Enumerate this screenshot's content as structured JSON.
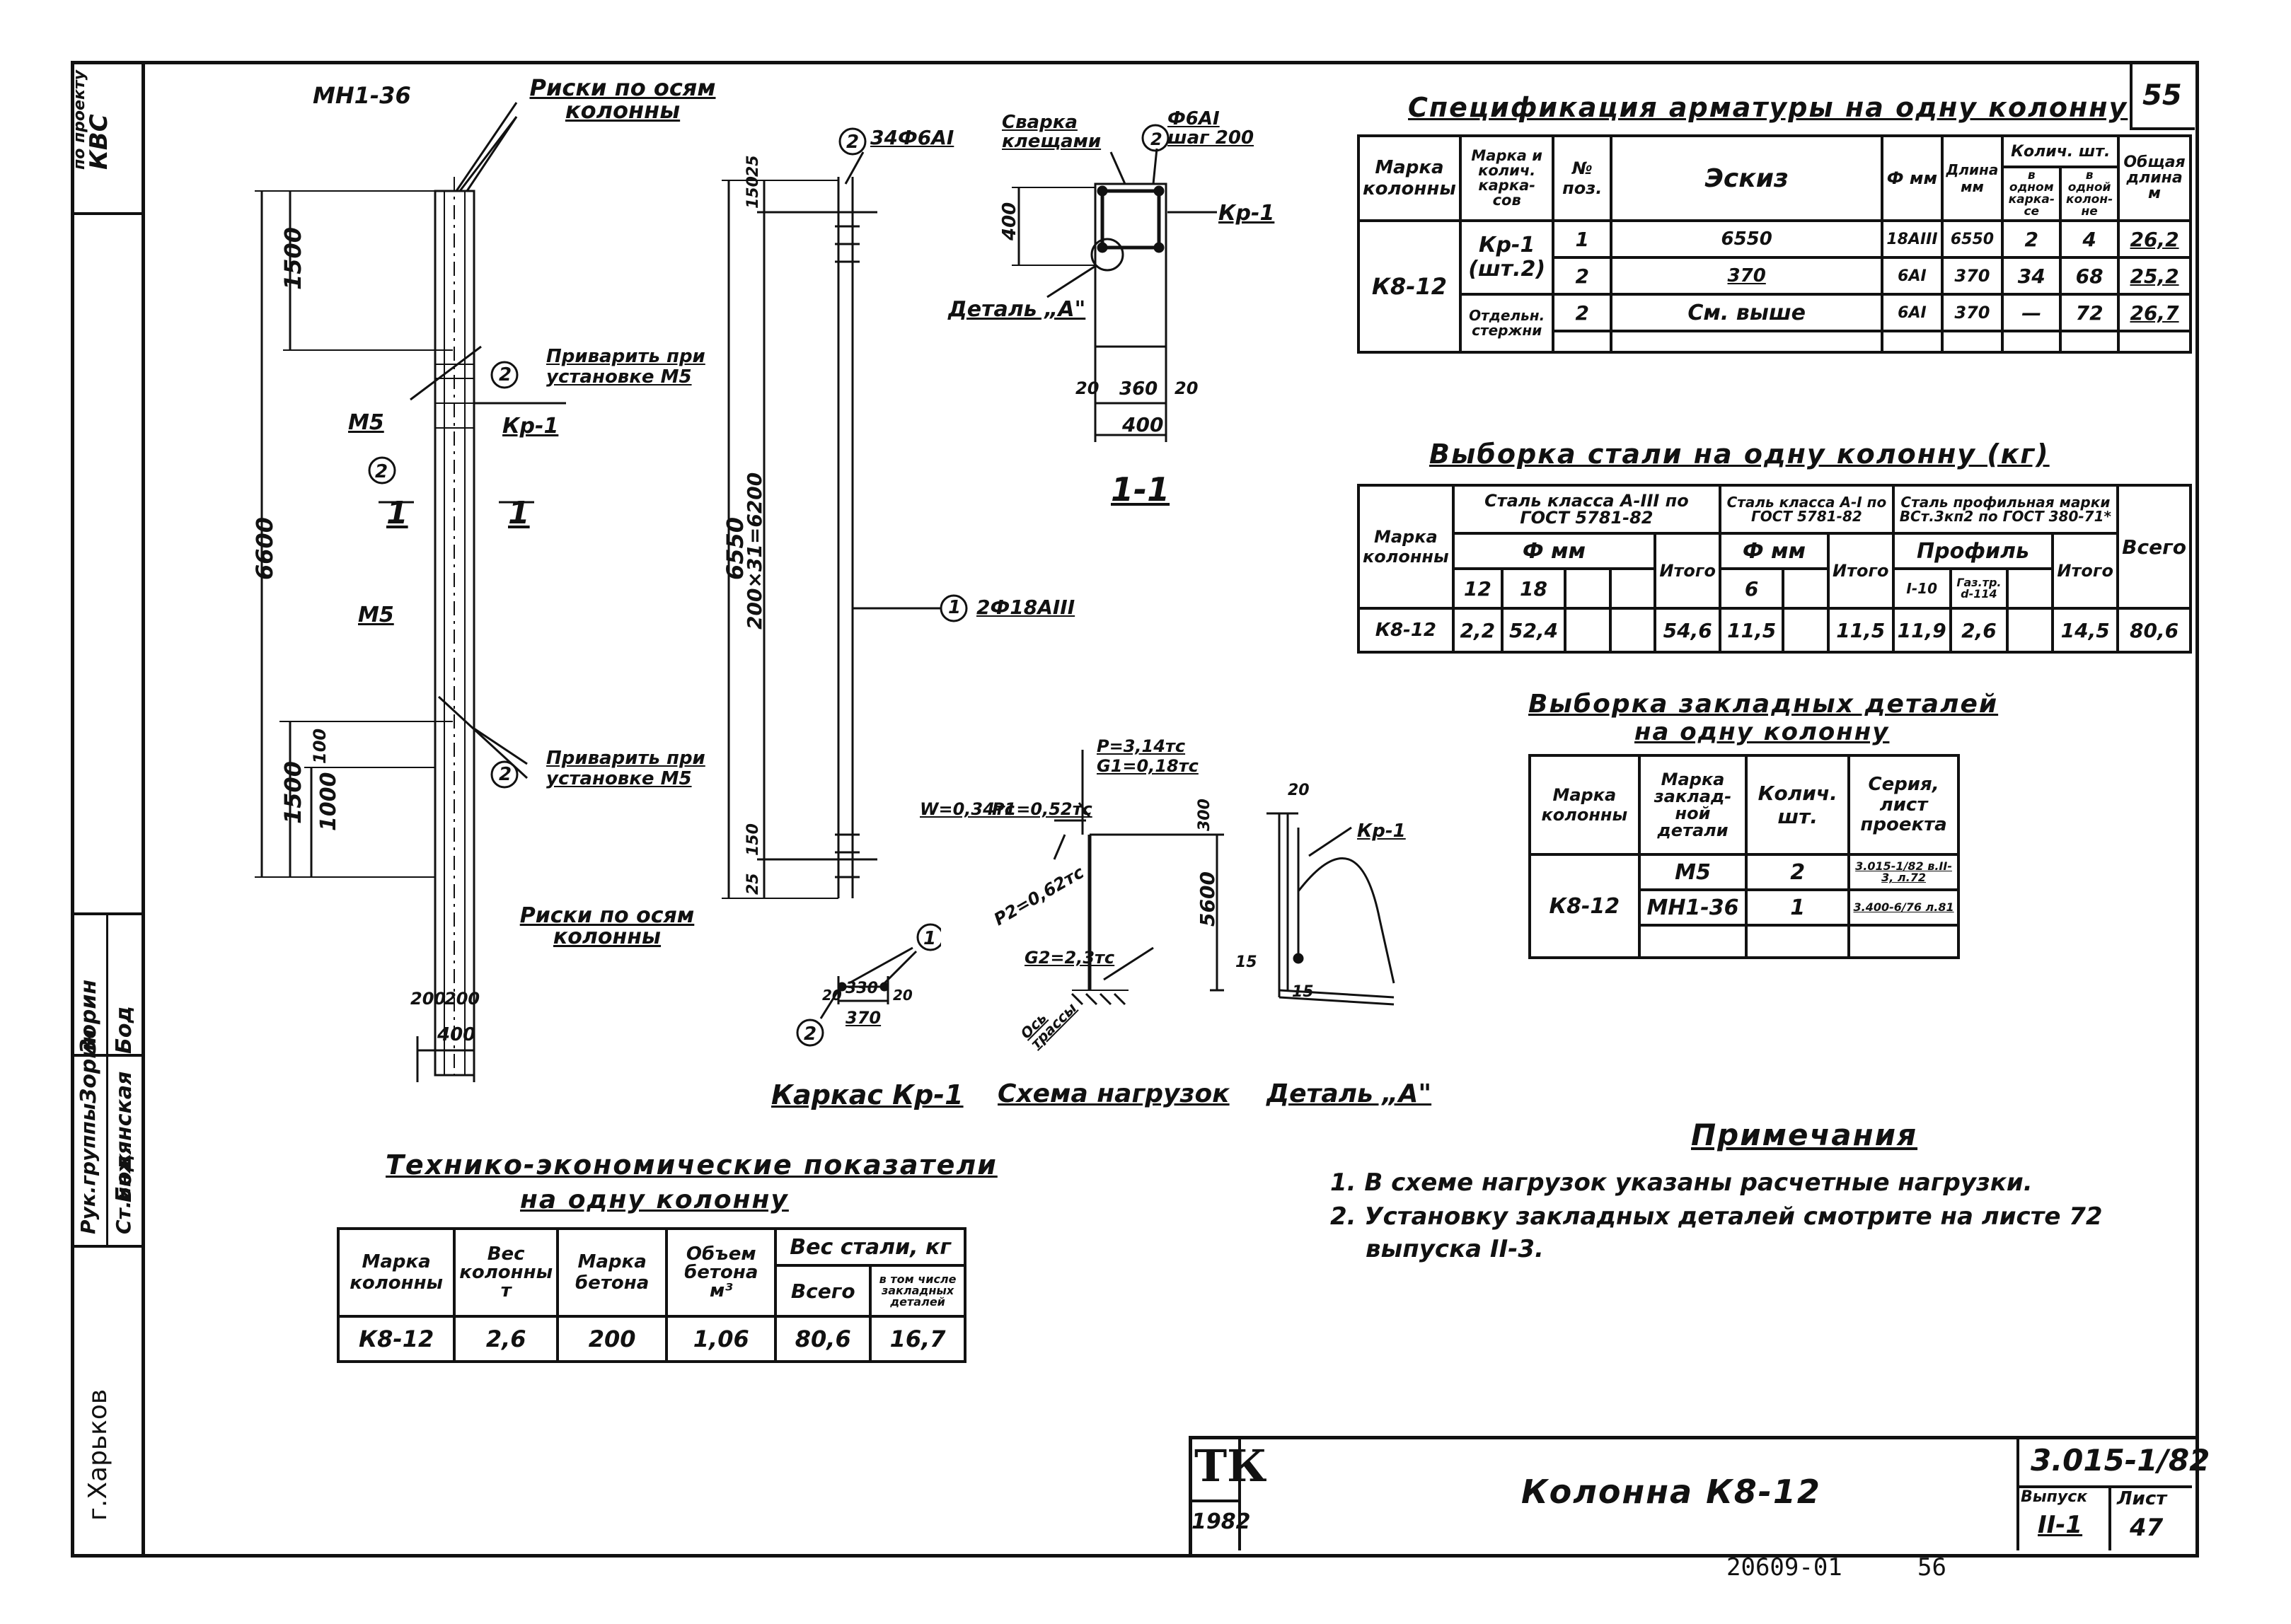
{
  "sheet": {
    "number_top": "55",
    "stamp_tk": "ТК",
    "stamp_year": "1982",
    "title": "Колонна К8-12",
    "series": "3.015-1/82",
    "issue_label": "Выпуск",
    "issue_value": "II-1",
    "sheet_label": "Лист",
    "sheet_value": "47",
    "archive_number": "20609-01",
    "archive_page": "56",
    "city": "г.Харьков"
  },
  "side_strip": {
    "top_label_1": "КВС",
    "top_label_2": "по проекту",
    "rows": [
      {
        "role": "Рук.группы",
        "name": "Зорин",
        "sign": "Зорин"
      },
      {
        "role": "Ст.инж.",
        "name": "Бодянская",
        "sign": "Бод"
      }
    ]
  },
  "column_elevation": {
    "top_label": "МН1-36",
    "risks_top": "Риски по осям колонны",
    "risks_bottom": "Риски по осям колонны",
    "weld_note": "Приварить при установке М5",
    "m5_label": "М5",
    "kr1_label": "Кр-1",
    "section_mark": "1",
    "pos2": "2",
    "dim_total": "6600",
    "dim_top": "1500",
    "dim_bottom": "1500",
    "dim_1000": "1000",
    "dim_100": "100",
    "dim_200a": "200",
    "dim_200b": "200",
    "dim_400": "400"
  },
  "cage": {
    "label_pos2": "34Ф6АI",
    "label_pos1": "2Ф18АIII",
    "dim_total": "6550",
    "dim_pitch": "200×31=6200",
    "dim_150a": "150",
    "dim_150b": "150",
    "dim_25a": "25",
    "dim_25b": "25",
    "title": "Каркас Кр-1",
    "detail_330": "330",
    "detail_370": "370",
    "detail_20a": "20",
    "detail_20b": "20"
  },
  "section": {
    "weld_label": "Сварка клещами",
    "stirrup_label": "Ф6АI шаг 200",
    "kr1": "Кр-1",
    "detail_a": "Деталь „А\"",
    "dim_400v": "400",
    "dim_20a": "20",
    "dim_360": "360",
    "dim_20b": "20",
    "dim_400h": "400",
    "title": "1-1"
  },
  "load_scheme": {
    "title": "Схема нагрузок",
    "P": "P=3,14тс",
    "G1": "G1=0,18тс",
    "W": "W=0,34тс",
    "P1": "P1=0,52тс",
    "P2": "P2=0,62тс",
    "G2": "G2=2,3тс",
    "axis": "Ось трассы",
    "dim_300": "300",
    "dim_5600": "5600"
  },
  "detail_a_view": {
    "title": "Деталь „А\"",
    "kr1": "Кр-1",
    "dim_20": "20",
    "dim_15a": "15",
    "dim_15b": "15"
  },
  "spec_table": {
    "title": "Спецификация арматуры на одну колонну",
    "headers": {
      "col_mark": "Марка колонны",
      "cage_mark": "Марка и колич. карка-сов",
      "pos": "№ поз.",
      "sketch": "Эскиз",
      "diam": "Ф мм",
      "length": "Длина мм",
      "qty": "Колич. шт.",
      "qty_cage": "в одном карка-се",
      "qty_col": "в одной колон-не",
      "total": "Общая длина м"
    },
    "col_mark": "К8-12",
    "cage_mark": "Кр-1 (шт.2)",
    "separate": "Отдельн. стержни",
    "rows": [
      {
        "pos": "1",
        "sketch": "6550",
        "diam": "18АIII",
        "length": "6550",
        "qty_cage": "2",
        "qty_col": "4",
        "total": "26,2"
      },
      {
        "pos": "2",
        "sketch": "370",
        "diam": "6АI",
        "length": "370",
        "qty_cage": "34",
        "qty_col": "68",
        "total": "25,2"
      },
      {
        "pos": "2",
        "sketch": "См. выше",
        "diam": "6АI",
        "length": "370",
        "qty_cage": "—",
        "qty_col": "72",
        "total": "26,7"
      }
    ]
  },
  "steel_table": {
    "title": "Выборка стали на одну колонну (кг)",
    "h_mark": "Марка колонны",
    "h_a3": "Сталь класса А-III по ГОСТ 5781-82",
    "h_a1": "Сталь класса А-I по ГОСТ 5781-82",
    "h_prof": "Сталь профильная марки ВСт.3кп2 по ГОСТ 380-71*",
    "h_phi": "Ф мм",
    "h_phi2": "Ф мм",
    "h_profile": "Профиль",
    "h_total": "Итого",
    "h_grand": "Всего",
    "d12": "12",
    "d18": "18",
    "d6": "6",
    "p1": "I-10",
    "p2": "Газ.тр. d-114",
    "row": {
      "mark": "К8-12",
      "v12": "2,2",
      "v18": "52,4",
      "sum_a3": "54,6",
      "v6": "11,5",
      "sum_a1": "11,5",
      "vp1": "11,9",
      "vp2": "2,6",
      "sum_p": "14,5",
      "grand": "80,6"
    }
  },
  "embedded_table": {
    "title1": "Выборка закладных деталей",
    "title2": "на одну колонну",
    "h_col": "Марка колонны",
    "h_det": "Марка заклад-ной детали",
    "h_qty": "Колич. шт.",
    "h_series": "Серия, лист проекта",
    "col_mark": "К8-12",
    "rows": [
      {
        "det": "М5",
        "qty": "2",
        "series": "3.015-1/82 в.II-3, л.72"
      },
      {
        "det": "МН1-36",
        "qty": "1",
        "series": "3.400-6/76 л.81"
      }
    ]
  },
  "tech_table": {
    "title1": "Технико-экономические показатели",
    "title2": "на одну колонну",
    "h_mark": "Марка колонны",
    "h_weight": "Вес колонны т",
    "h_concrete": "Марка бетона",
    "h_volume": "Объем бетона м³",
    "h_steel": "Вес стали, кг",
    "h_all": "Всего",
    "h_incl": "в том числе закладных деталей",
    "row": {
      "mark": "К8-12",
      "weight": "2,6",
      "concrete": "200",
      "volume": "1,06",
      "all": "80,6",
      "incl": "16,7"
    }
  },
  "notes": {
    "title": "Примечания",
    "items": [
      "1. В схеме нагрузок указаны расчетные нагрузки.",
      "2. Установку закладных деталей смотрите на листе 72",
      "выпуска II-3."
    ]
  }
}
